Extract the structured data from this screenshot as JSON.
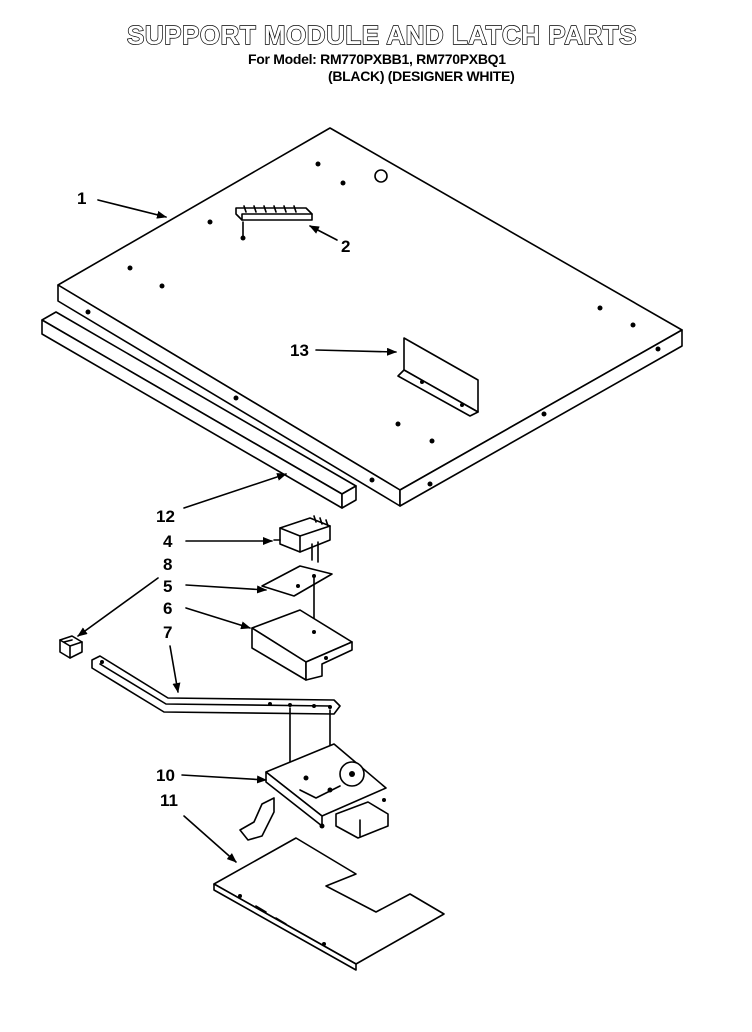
{
  "header": {
    "title": "SUPPORT MODULE AND LATCH PARTS",
    "model_line": "For Model: RM770PXBB1, RM770PXBQ1",
    "color_line": "(BLACK) (DESIGNER WHITE)"
  },
  "callouts": [
    {
      "id": "c1",
      "label": "1"
    },
    {
      "id": "c2",
      "label": "2"
    },
    {
      "id": "c13",
      "label": "13"
    },
    {
      "id": "c12",
      "label": "12"
    },
    {
      "id": "c4",
      "label": "4"
    },
    {
      "id": "c8",
      "label": "8"
    },
    {
      "id": "c5",
      "label": "5"
    },
    {
      "id": "c6",
      "label": "6"
    },
    {
      "id": "c7",
      "label": "7"
    },
    {
      "id": "c10",
      "label": "10"
    },
    {
      "id": "c11",
      "label": "11"
    }
  ]
}
